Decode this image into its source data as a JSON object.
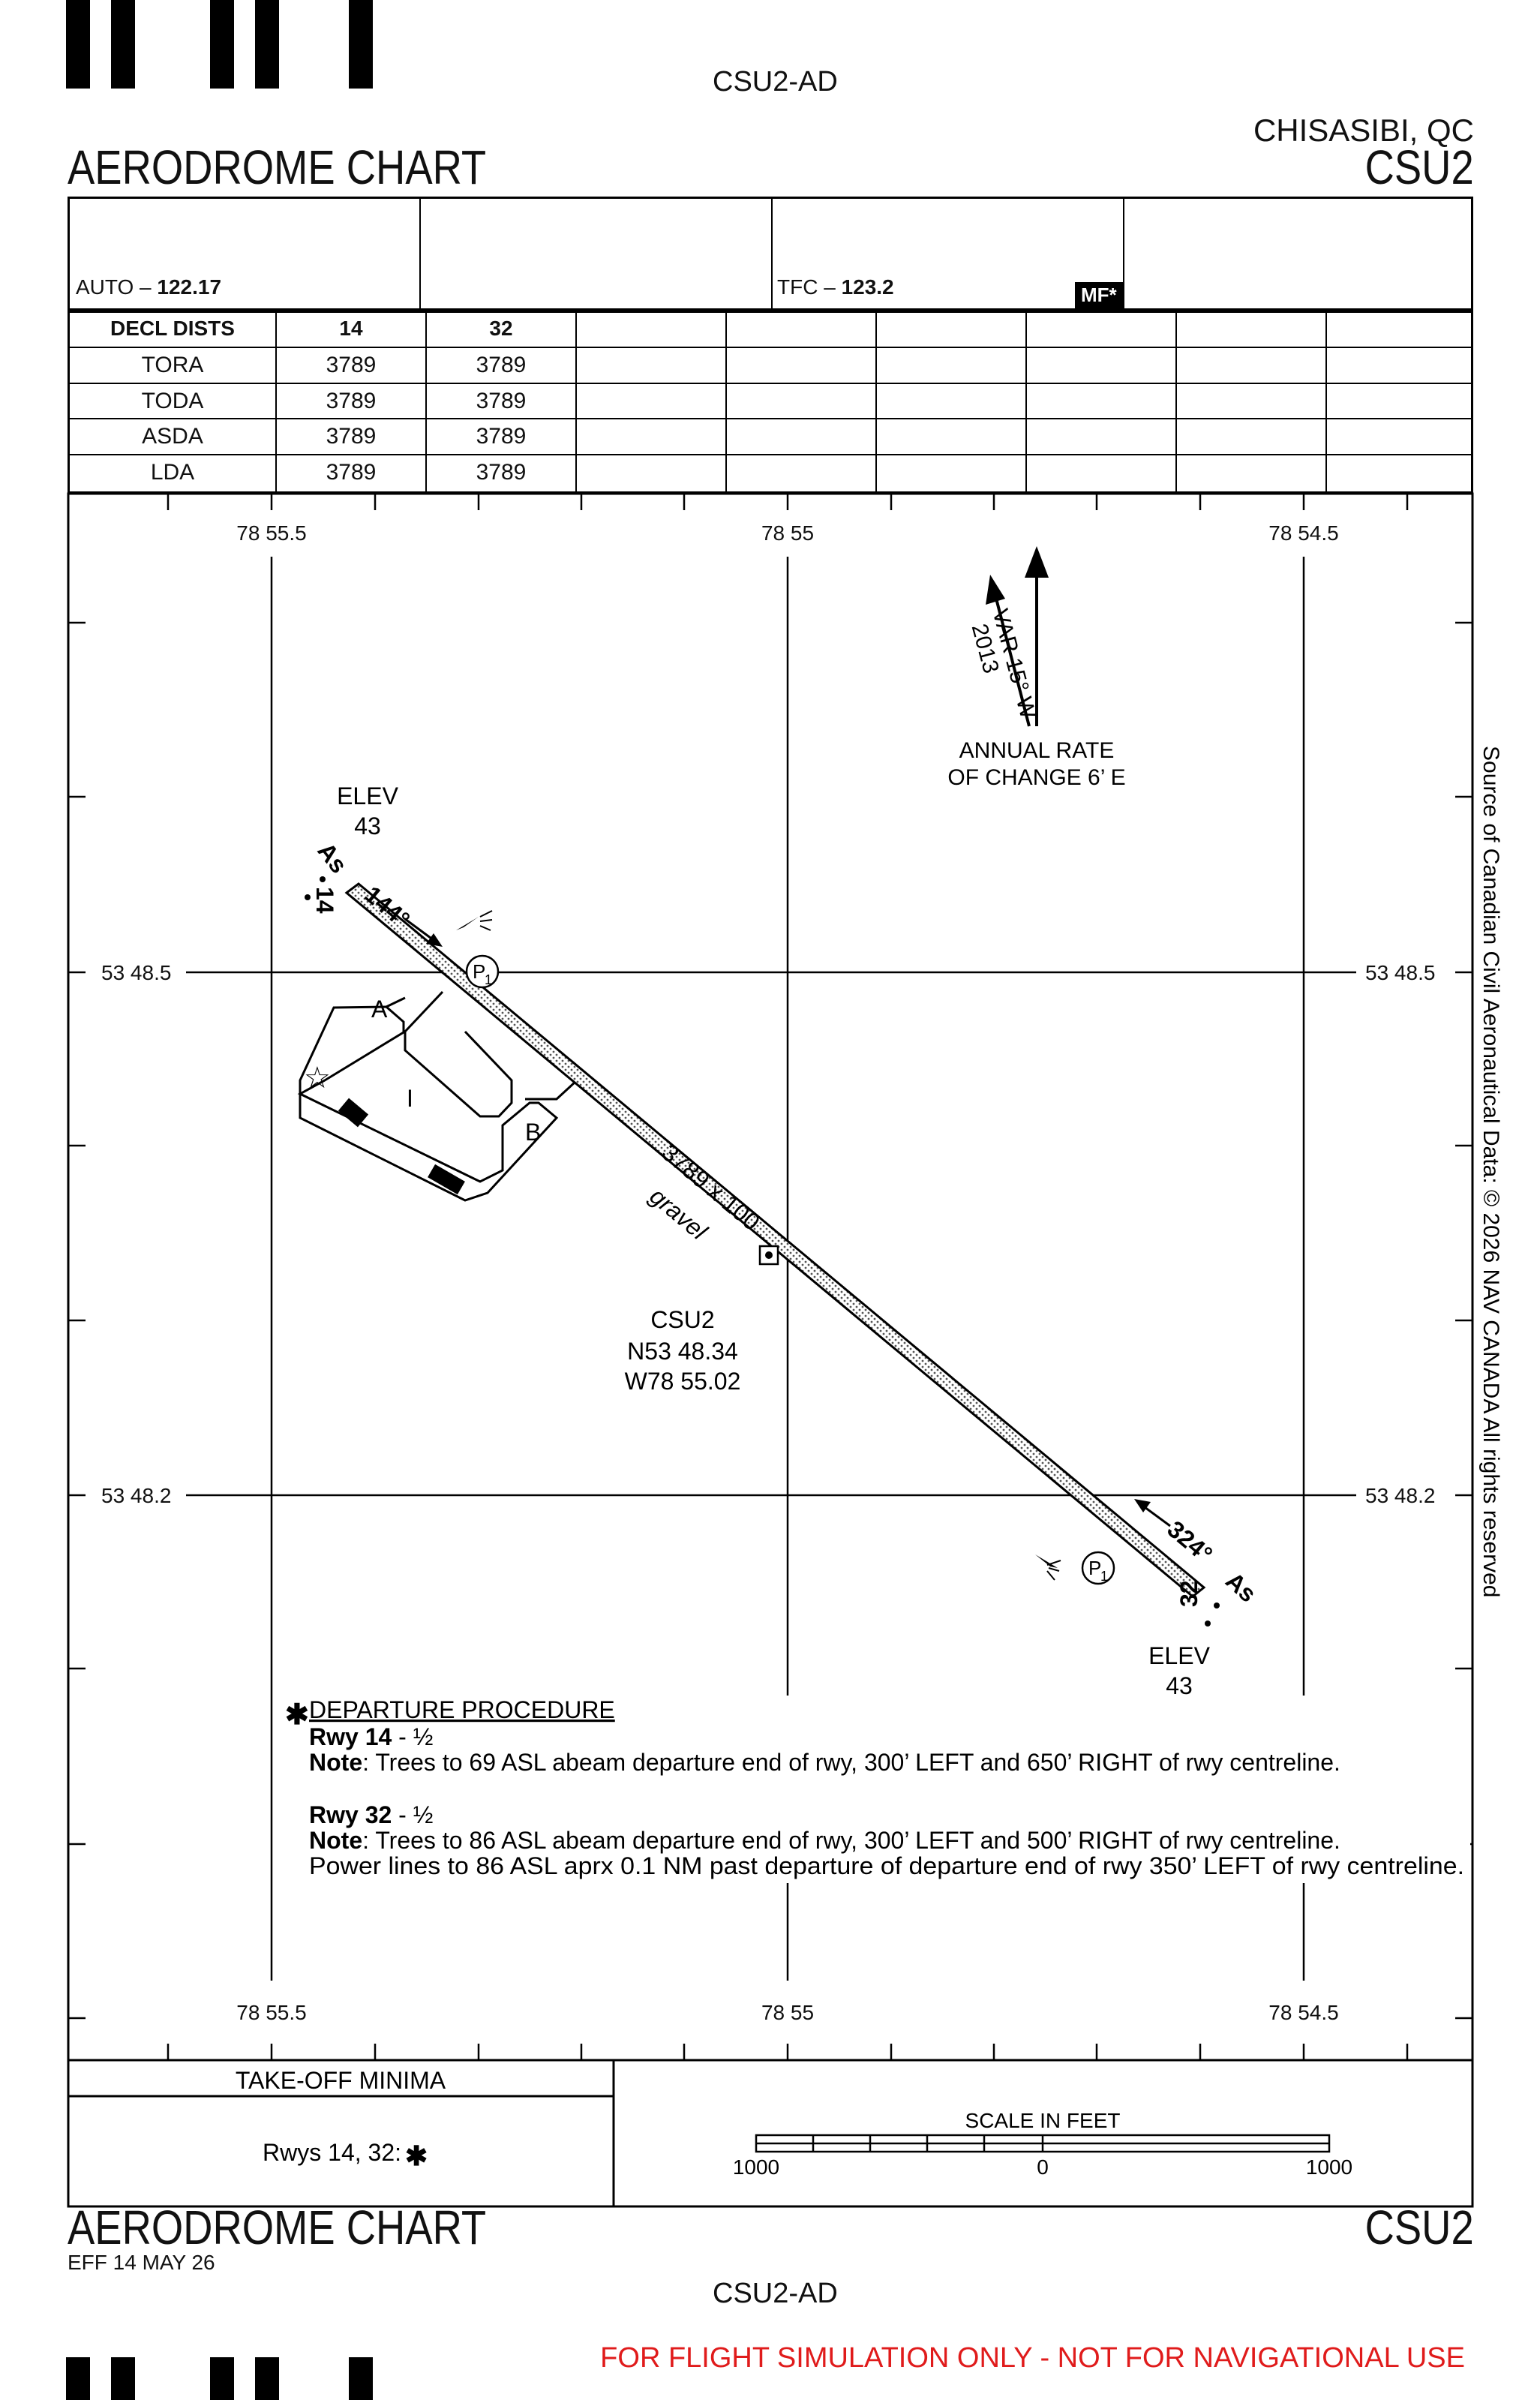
{
  "header": {
    "doc_code_top": "CSU2-AD",
    "location": "CHISASIBI, QC",
    "chart_title": "AERODROME CHART",
    "airport_id": "CSU2"
  },
  "frequencies": {
    "auto_label": "AUTO –",
    "auto_value": "122.17",
    "tfc_label": "TFC –",
    "tfc_value": "123.2",
    "mf_badge": "MF*"
  },
  "decl_dists": {
    "header": "DECL DISTS",
    "runways": [
      "14",
      "32"
    ],
    "rows": [
      {
        "label": "TORA",
        "values": [
          "3789",
          "3789"
        ]
      },
      {
        "label": "TODA",
        "values": [
          "3789",
          "3789"
        ]
      },
      {
        "label": "ASDA",
        "values": [
          "3789",
          "3789"
        ]
      },
      {
        "label": "LDA",
        "values": [
          "3789",
          "3789"
        ]
      }
    ]
  },
  "grid": {
    "longitudes": [
      "78 55.5",
      "78 55",
      "78 54.5"
    ],
    "latitudes": [
      "53 48.5",
      "53 48.2"
    ]
  },
  "magnetic": {
    "variation": "VAR 15° W",
    "year": "2013",
    "annual_rate_line1": "ANNUAL RATE",
    "annual_rate_line2": "OF CHANGE 6’ E"
  },
  "runway": {
    "dimensions": "3789 x 100",
    "surface": "gravel",
    "rwy14": {
      "number": "14",
      "heading": "144°",
      "lighting": "As",
      "elev_label": "ELEV",
      "elev_value": "43"
    },
    "rwy32": {
      "number": "32",
      "heading": "324°",
      "lighting": "As",
      "elev_label": "ELEV",
      "elev_value": "43"
    },
    "papi": "P",
    "papi_sub": "1"
  },
  "taxiways": [
    "A",
    "B",
    "I"
  ],
  "arp": {
    "id": "CSU2",
    "lat": "N53 48.34",
    "lon": "W78 55.02"
  },
  "departure": {
    "title": "DEPARTURE PROCEDURE",
    "rwy14_label": "Rwy 14",
    "rwy14_value": " - ½",
    "rwy14_note_label": "Note",
    "rwy14_note": ": Trees to 69 ASL abeam departure end of rwy, 300’ LEFT and 650’ RIGHT of rwy centreline.",
    "rwy32_label": "Rwy 32",
    "rwy32_value": "  - ½",
    "rwy32_note_label": "Note",
    "rwy32_note": ": Trees to 86 ASL abeam departure end of rwy, 300’ LEFT and 500’ RIGHT of rwy centreline.",
    "rwy32_note2": "Power lines to 86 ASL aprx 0.1 NM past departure of departure end of rwy 350’ LEFT of rwy centreline."
  },
  "takeoff_minima": {
    "title": "TAKE-OFF MINIMA",
    "value": "Rwys 14, 32:"
  },
  "scale": {
    "title": "SCALE IN FEET",
    "left": "1000",
    "middle": "0",
    "right": "1000"
  },
  "footer": {
    "chart_title": "AERODROME CHART",
    "airport_id": "CSU2",
    "effective": "EFF 14 MAY 26",
    "doc_code_bottom": "CSU2-AD",
    "disclaimer": "FOR FLIGHT SIMULATION ONLY - NOT FOR NAVIGATIONAL USE",
    "disclaimer_color": "#e01b1b"
  },
  "side_note": "Source of Canadian Civil Aeronautical Data: © 2026 NAV CANADA All rights reserved"
}
